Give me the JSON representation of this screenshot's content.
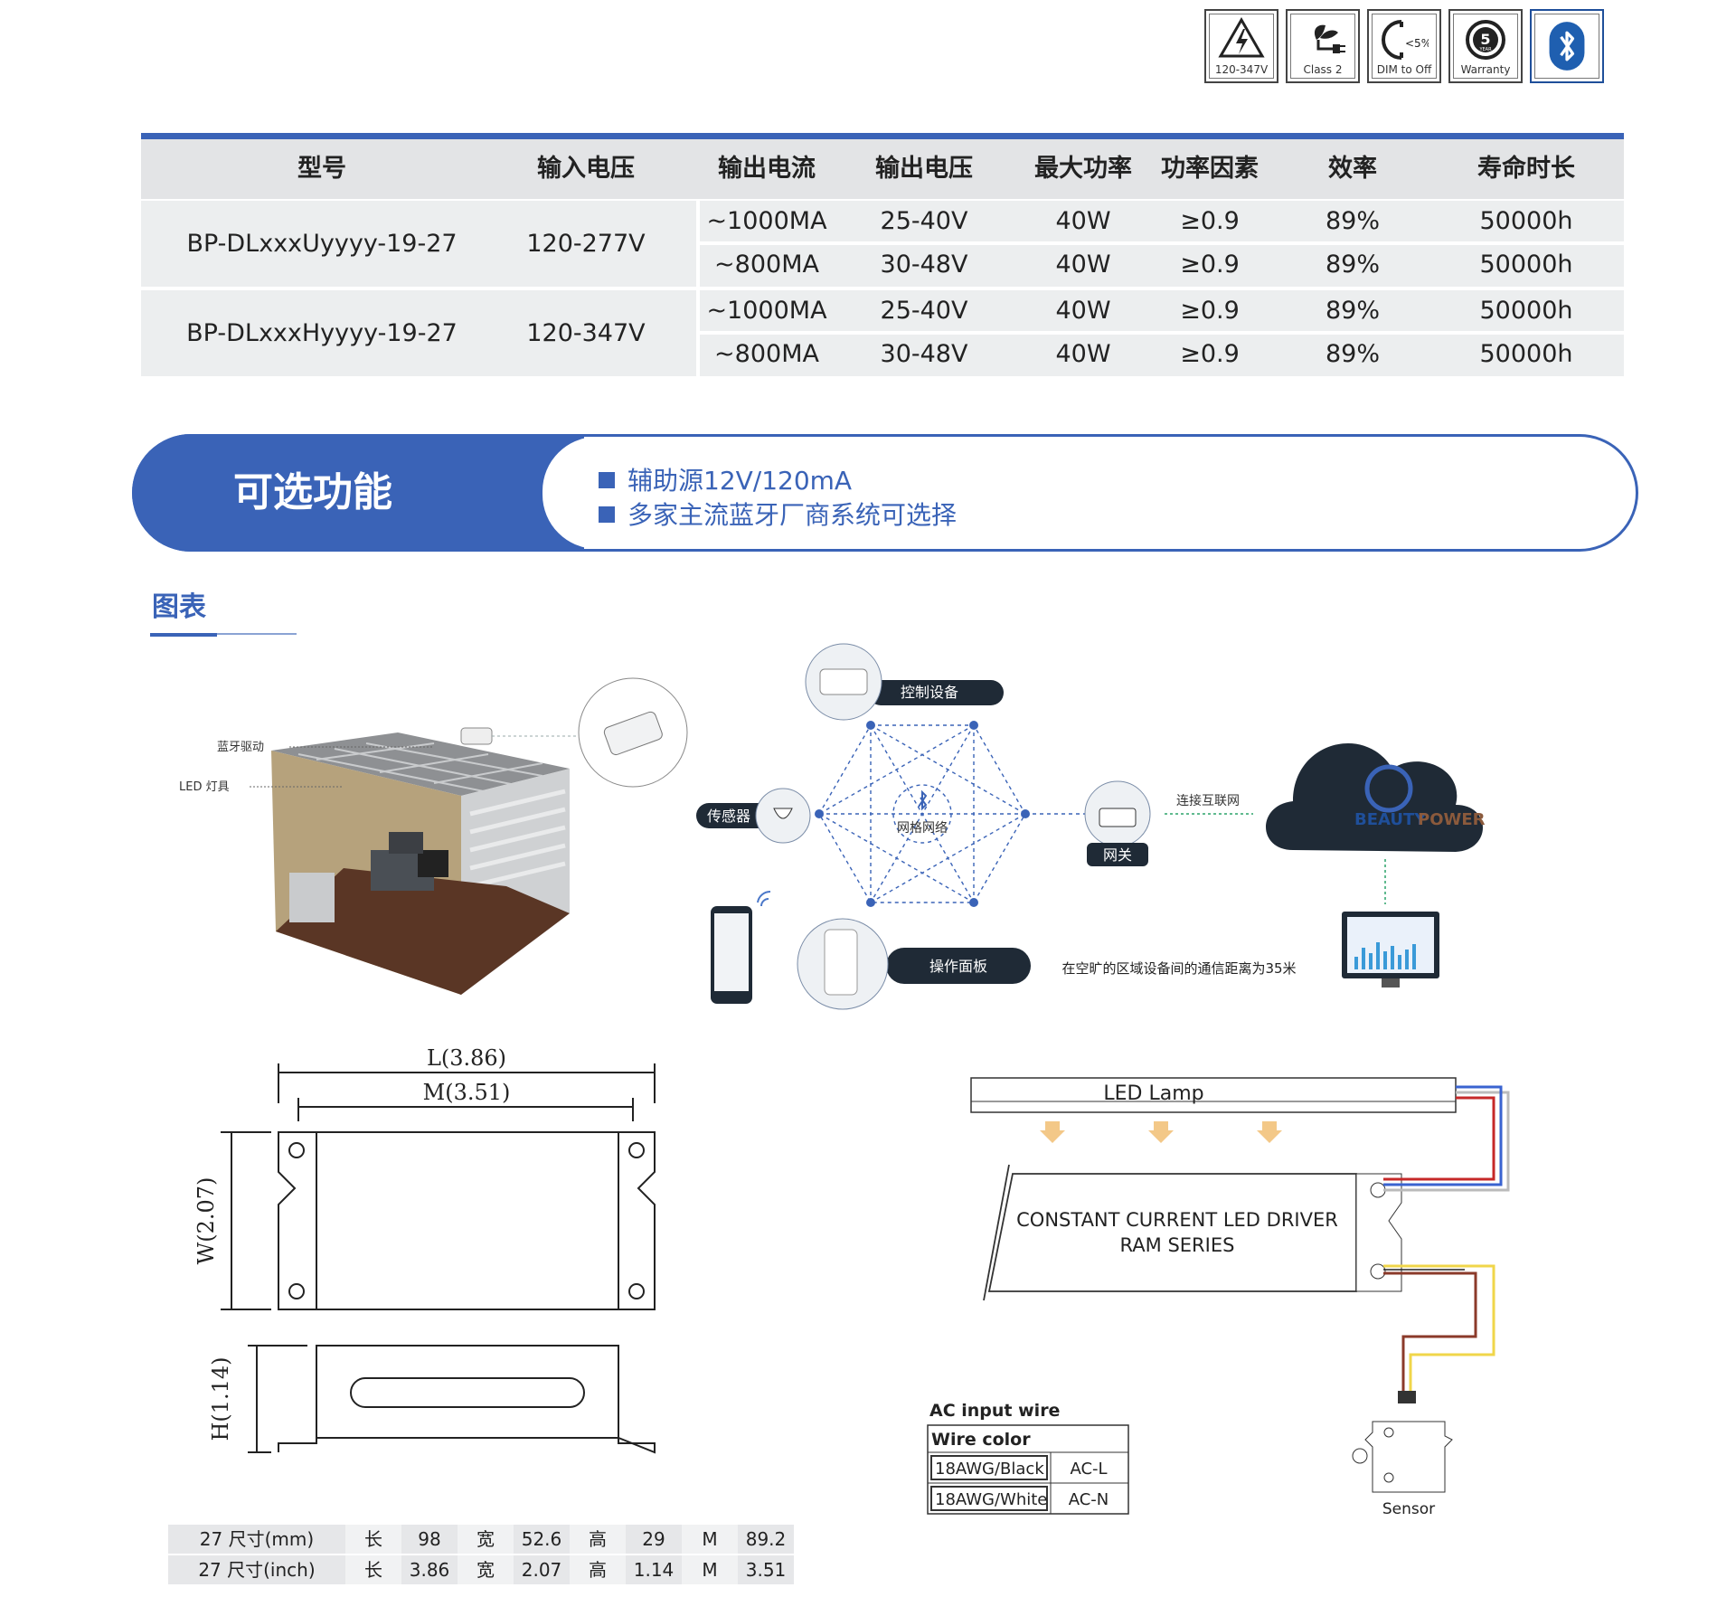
{
  "badges": [
    {
      "label": "120-347V",
      "icon": "high-voltage-icon"
    },
    {
      "label": "Class 2",
      "icon": "plant-plug-icon"
    },
    {
      "label": "DIM to Off",
      "icon": "dim-moon-icon",
      "extra": "<5%"
    },
    {
      "label": "Warranty",
      "icon": "warranty-5-year-icon",
      "extra": "YEAR"
    },
    {
      "label": "",
      "icon": "bluetooth-icon"
    }
  ],
  "spec_table": {
    "headers": [
      "型号",
      "输入电压",
      "输出电流",
      "输出电压",
      "最大功率",
      "功率因素",
      "效率",
      "寿命时长"
    ],
    "groups": [
      {
        "model": "BP-DLxxxUyyyy-19-27",
        "input": "120-277V",
        "rows": [
          [
            "~1000MA",
            "25-40V",
            "40W",
            "≥0.9",
            "89%",
            "50000h"
          ],
          [
            "~800MA",
            "30-48V",
            "40W",
            "≥0.9",
            "89%",
            "50000h"
          ]
        ]
      },
      {
        "model": "BP-DLxxxHyyyy-19-27",
        "input": "120-347V",
        "rows": [
          [
            "~1000MA",
            "25-40V",
            "40W",
            "≥0.9",
            "89%",
            "50000h"
          ],
          [
            "~800MA",
            "30-48V",
            "40W",
            "≥0.9",
            "89%",
            "50000h"
          ]
        ]
      }
    ]
  },
  "features": {
    "title": "可选功能",
    "items": [
      "辅助源12V/120mA",
      "多家主流蓝牙厂商系统可选择"
    ]
  },
  "section_title": "图表",
  "room": {
    "label_driver": "蓝牙驱动",
    "label_led": "LED 灯具"
  },
  "network": {
    "control": "控制设备",
    "sensor": "传感器",
    "mesh": "网格网络",
    "gateway": "网关",
    "internet": "连接互联网",
    "panel": "操作面板",
    "brand_a": "BEAUTY",
    "brand_b": "POWER",
    "distance_note": "在空旷的区域设备间的通信距离为35米"
  },
  "dimension_drawing": {
    "L": "L(3.86)",
    "M": "M(3.51)",
    "W": "W(2.07)",
    "H": "H(1.14)"
  },
  "wiring": {
    "lamp": "LED Lamp",
    "driver_line1": "CONSTANT CURRENT LED DRIVER",
    "driver_line2": "RAM SERIES",
    "sensor": "Sensor",
    "ac_title": "AC input wire",
    "wire_header": "Wire color",
    "wires": [
      [
        "18AWG/Black",
        "AC-L"
      ],
      [
        "18AWG/White",
        "AC-N"
      ]
    ]
  },
  "dimensions": {
    "rows": [
      [
        "27 尺寸(mm)",
        "长",
        "98",
        "宽",
        "52.6",
        "高",
        "29",
        "M",
        "89.2"
      ],
      [
        "27 尺寸(inch)",
        "长",
        "3.86",
        "宽",
        "2.07",
        "高",
        "1.14",
        "M",
        "3.51"
      ]
    ]
  },
  "colors": {
    "accent": "#3a63b7",
    "dark": "#1f2a36",
    "table_bg": "#eceeef"
  }
}
